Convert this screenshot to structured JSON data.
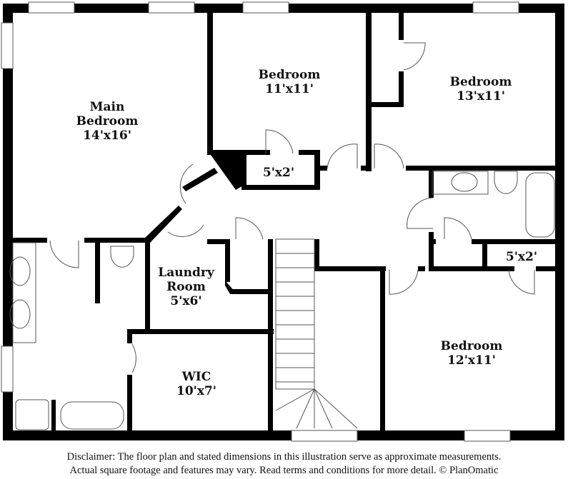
{
  "rooms": {
    "main_bedroom": {
      "name_line1": "Main",
      "name_line2": "Bedroom",
      "size": "14'x16'"
    },
    "bedroom_top_middle": {
      "name": "Bedroom",
      "size": "11'x11'"
    },
    "bedroom_top_right": {
      "name": "Bedroom",
      "size": "13'x11'"
    },
    "closet_middle": {
      "size": "5'x2'"
    },
    "closet_right": {
      "size": "5'x2'"
    },
    "laundry_room": {
      "name_line1": "Laundry",
      "name_line2": "Room",
      "size": "5'x6'"
    },
    "wic": {
      "name": "WIC",
      "size": "10'x7'"
    },
    "bedroom_bottom_right": {
      "name": "Bedroom",
      "size": "12'x11'"
    }
  },
  "disclaimer": {
    "line1": "Disclaimer: The floor plan and stated dimensions in this illustration serve as approximate measurements.",
    "line2": "Actual square footage and features may vary. Read terms and conditions for more detail. © PlanOmatic"
  },
  "colors": {
    "wall": "#000000",
    "background": "#ffffff",
    "fixture_line": "#555555"
  }
}
